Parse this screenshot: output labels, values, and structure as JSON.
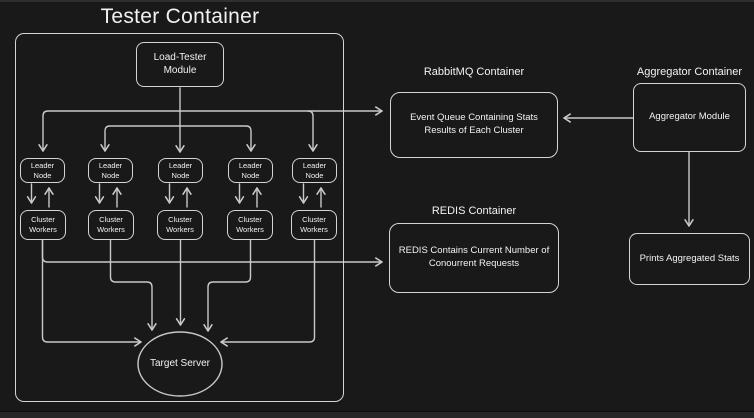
{
  "colors": {
    "background": "#191919",
    "stroke": "#c9c9c9",
    "box_border": "#d4d4d4",
    "text": "#f2f2f2",
    "edge_top": "#2f2f2f",
    "edge_bottom": "#272727"
  },
  "tester_container": {
    "title": "Tester Container",
    "load_tester_module": "Load-Tester Module",
    "leader_node_label": "Leader Node",
    "cluster_workers_label": "Cluster Workers",
    "target_server_label": "Target Server",
    "cluster_count": 5
  },
  "rabbitmq_container": {
    "title": "RabbitMQ Container",
    "queue_line1": "Event Queue Containing Stats",
    "queue_line2": "Results of Each Cluster"
  },
  "redis_container": {
    "title": "REDIS Container",
    "box_line1": "REDIS Contains Current Number of",
    "box_line2": "Conourrent Requests"
  },
  "aggregator_container": {
    "title": "Aggregator Container",
    "module_label": "Aggregator Module",
    "prints_label": "Prints Aggregated Stats"
  }
}
